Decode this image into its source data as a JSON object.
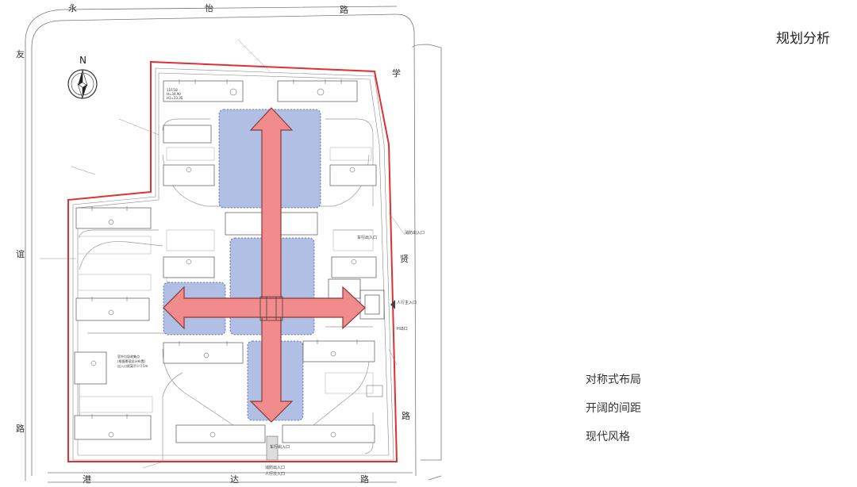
{
  "panel": {
    "title": "规划分析",
    "points": [
      "对称式布局",
      "开阔的间距",
      "现代风格"
    ]
  },
  "roads": {
    "north": [
      "永",
      "怡",
      "路"
    ],
    "south": [
      "港",
      "达",
      "路"
    ],
    "west": [
      "友",
      "谊",
      "路"
    ],
    "east": [
      "学",
      "贤",
      "路"
    ]
  },
  "compass": {
    "label": "N"
  },
  "labels": {
    "entry_people_east": "人行主入口",
    "entry_fire_south": "消防出入口",
    "entry_people_south": "人行次入口",
    "entry_car_south": "车行出入口",
    "entry_fire_east": "消防出入口",
    "entry_car_east": "车行出入口",
    "entry_ramp": "H出口",
    "waste_note_1": "室外垃圾收集点",
    "waste_note_2": "(根据景观设计布置)",
    "waste_note_3": "出入口距离不少于5m",
    "bld_code_1": "11F/18",
    "bld_code_2": "H=34.90",
    "bld_code_3": "H1=33.35"
  },
  "colors": {
    "site_boundary": "#e03030",
    "space_zone": "#a8b9e0",
    "axis_arrow": "#f28b8b",
    "axis_arrow_stroke": "#8a3a3a",
    "linework": "#555555"
  }
}
